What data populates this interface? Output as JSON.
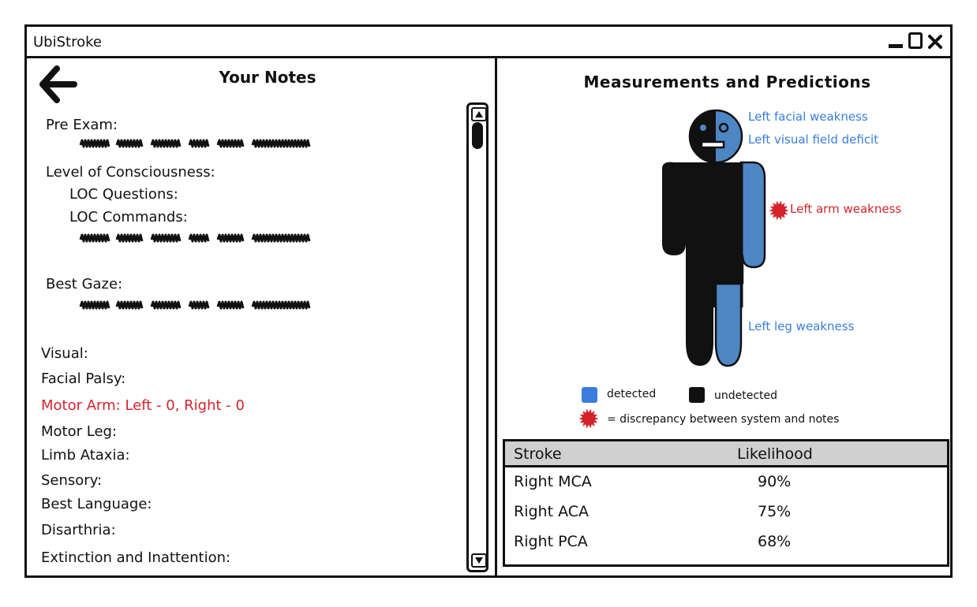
{
  "window": {
    "title": "UbiStroke"
  },
  "notes": {
    "title": "Your Notes",
    "items": [
      "Pre Exam:",
      "Level of Consciousness:",
      "LOC Questions:",
      "LOC Commands:",
      "Best Gaze:",
      "Visual:",
      "Facial Palsy:",
      "Motor Arm: Left - 0, Right - 0",
      "Motor Leg:",
      "Limb Ataxia:",
      "Sensory:",
      "Best Language:",
      "Disarthria:",
      "Extinction and Inattention:"
    ]
  },
  "measurements": {
    "title": "Measurements and Predictions",
    "labels": {
      "facial": "Left facial weakness",
      "visual": "Left visual field deficit",
      "arm": "Left arm weakness",
      "leg": "Left leg weakness"
    },
    "legend": {
      "detected": "detected",
      "undetected": "undetected",
      "discrepancy": "=  discrepancy between system and notes"
    },
    "colors": {
      "detected": "#3a7ddc",
      "undetected": "#111111",
      "discrepancy": "#d2242a",
      "body_detected": "#4d86c4"
    }
  },
  "table": {
    "headers": [
      "Stroke",
      "Likelihood"
    ],
    "rows": [
      {
        "stroke": "Right MCA",
        "likelihood": "90%"
      },
      {
        "stroke": "Right ACA",
        "likelihood": "75%"
      },
      {
        "stroke": "Right PCA",
        "likelihood": "68%"
      }
    ]
  }
}
